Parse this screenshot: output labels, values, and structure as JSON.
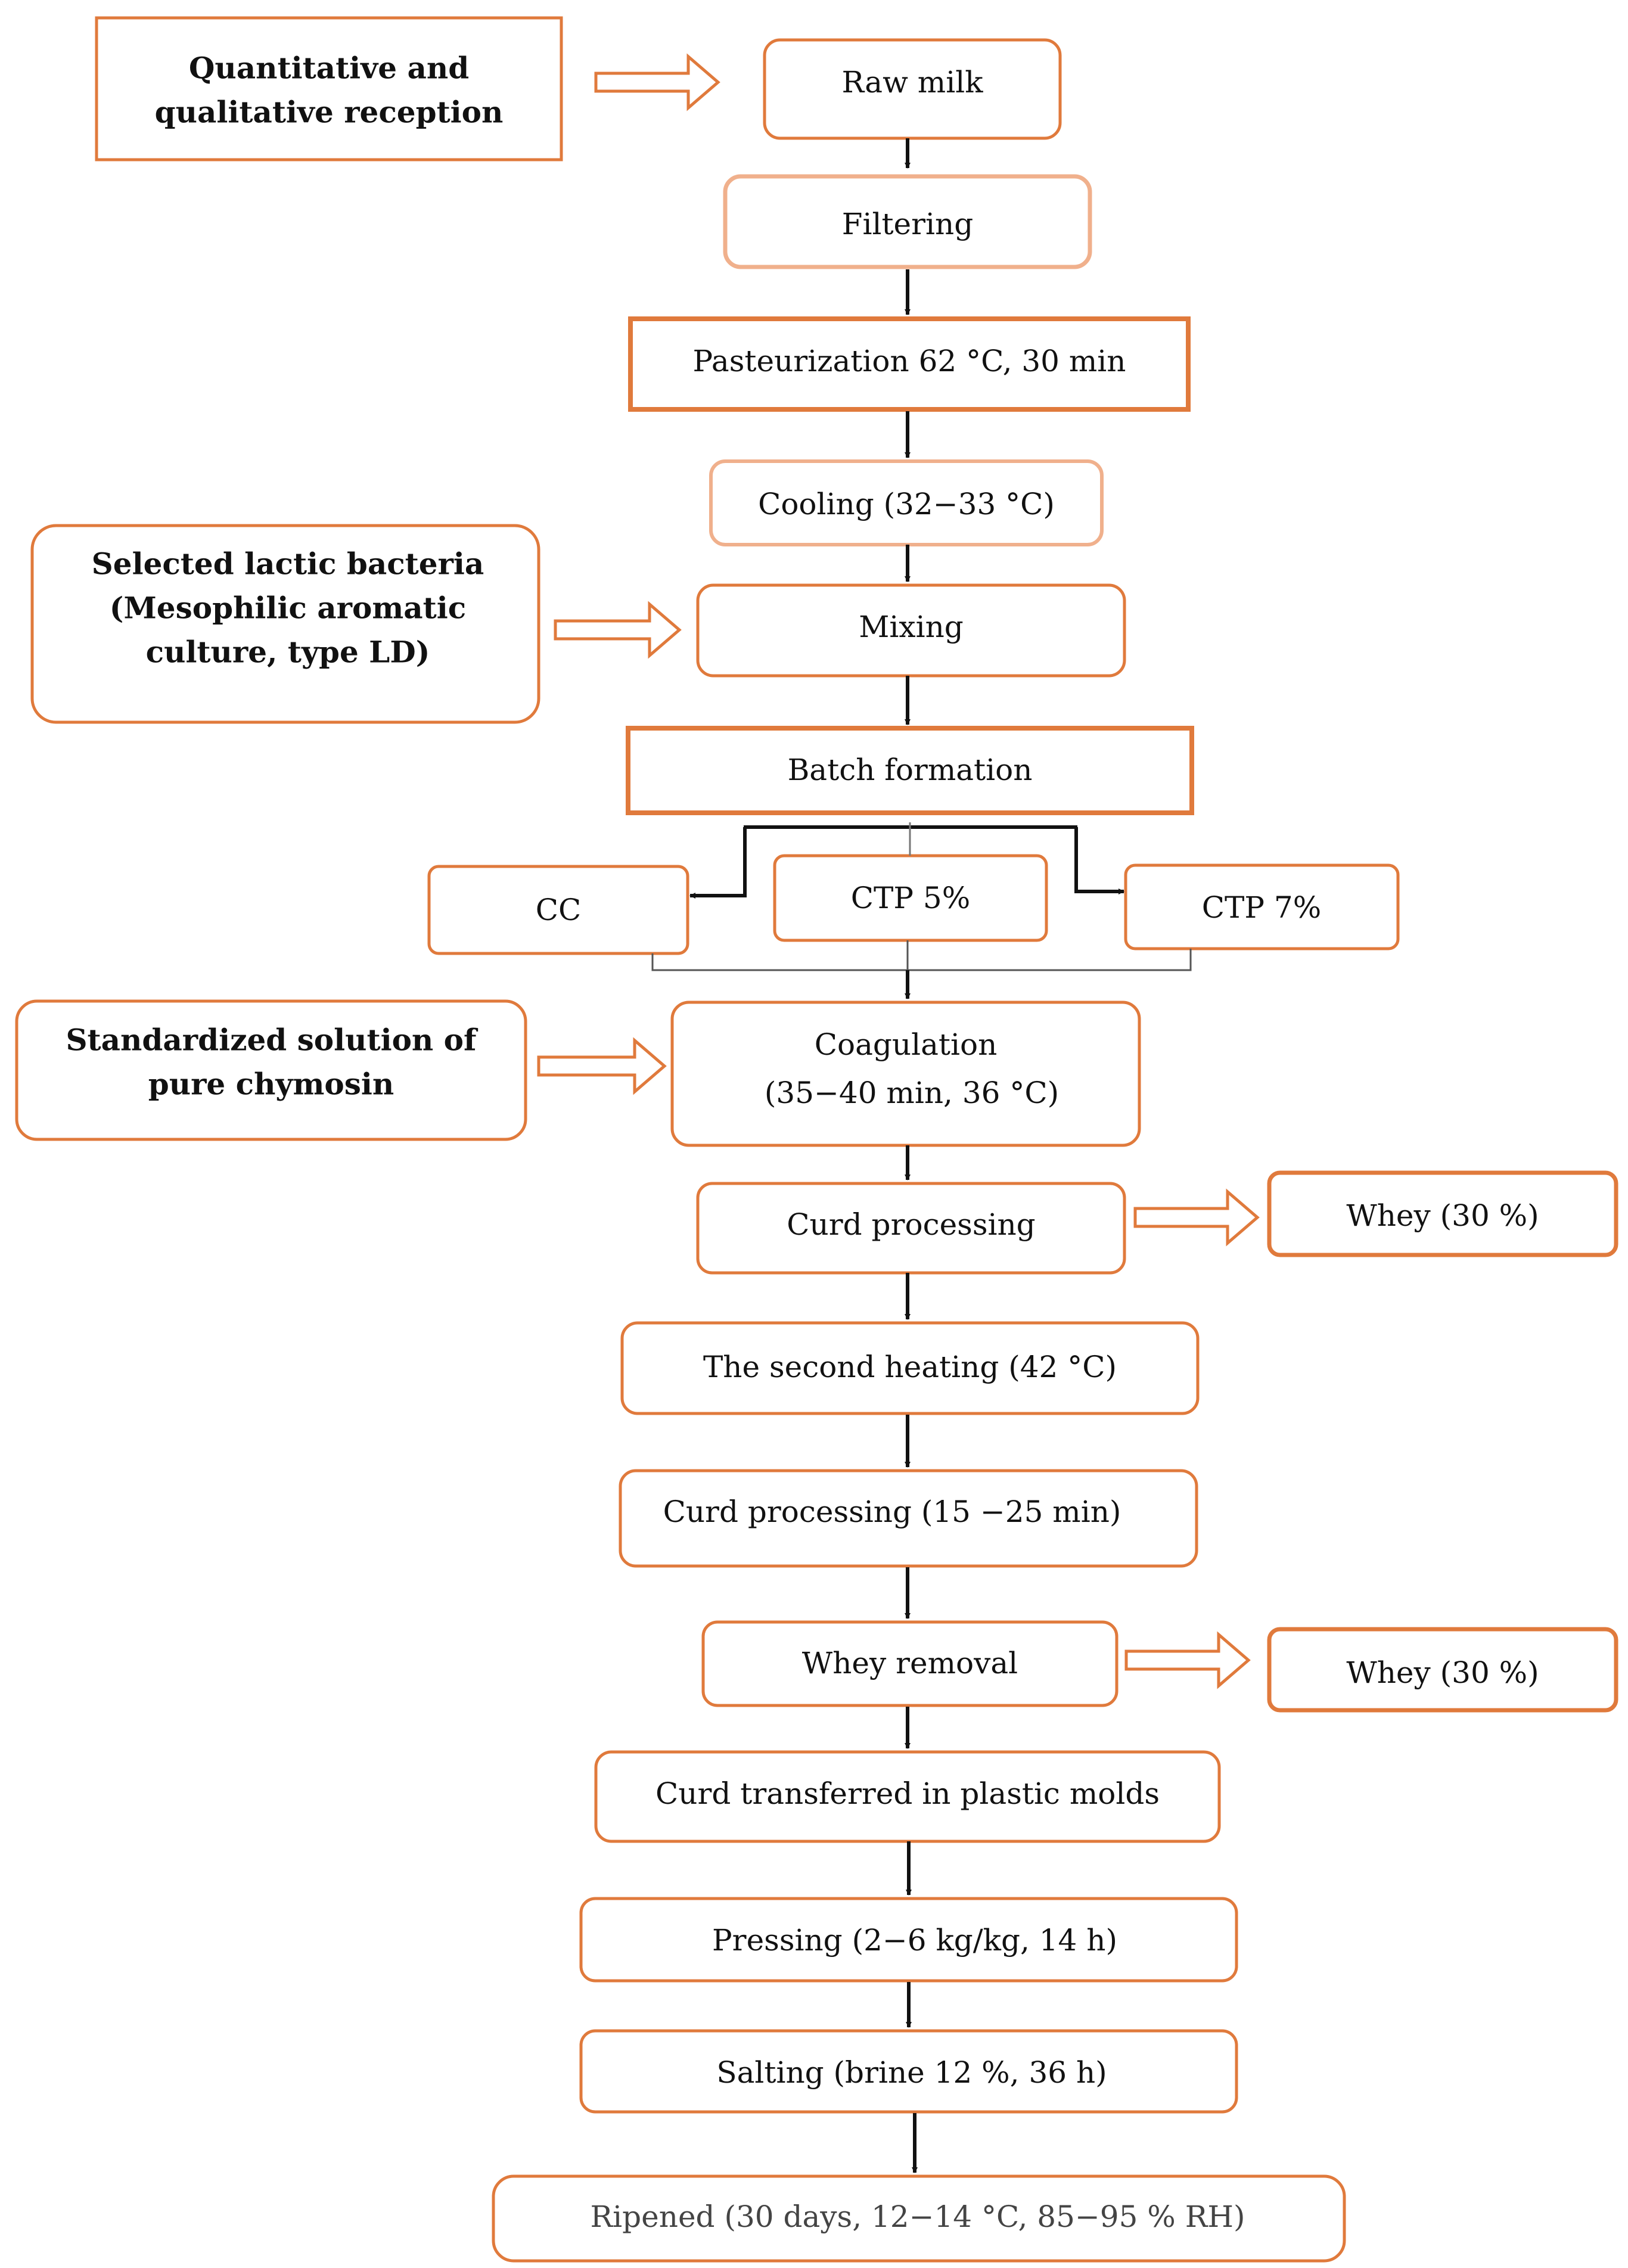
{
  "nodes": {
    "reception": "Quantitative and",
    "reception_2": "qualitative reception",
    "raw_milk": "Raw milk",
    "filtering": "Filtering",
    "pasteurization": "Pasteurization 62 °C, 30 min",
    "cooling": "Cooling (32−33 °C)",
    "bacteria_1": "Selected lactic bacteria",
    "bacteria_2": "(Mesophilic aromatic",
    "bacteria_3": "culture, type LD)",
    "mixing": "Mixing",
    "batch": "Batch formation",
    "cc": "CC",
    "ctp5": "CTP 5%",
    "ctp7": "CTP 7%",
    "chymosin_1": "Standardized solution of",
    "chymosin_2": "pure chymosin",
    "coagulation_1": "Coagulation",
    "coagulation_2": "(35−40 min, 36 °C)",
    "curd_processing": "Curd processing",
    "whey_1": "Whey (30 %)",
    "second_heating": "The second heating (42 °C)",
    "curd_processing_2": "Curd processing (15 −25 min)",
    "whey_removal": "Whey removal",
    "whey_2": "Whey (30 %)",
    "molds": "Curd transferred in plastic molds",
    "pressing": "Pressing (2−6 kg/kg, 14 h)",
    "salting": "Salting (brine 12 %, 36 h)",
    "ripened": "Ripened (30 days, 12−14 °C, 85−95 % RH)"
  },
  "colors": {
    "box_border": "#e07a3c",
    "box_border_light": "#f0b08c",
    "arrow": "#111111",
    "line": "#555555"
  }
}
